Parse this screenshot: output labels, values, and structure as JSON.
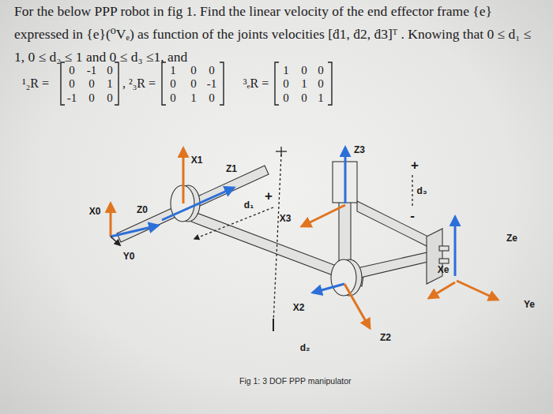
{
  "diagram": {
    "title": "For the below PPP robot in fig 1. Find the linear velocity of the end effector frame {e} expressed in {e}(⁰Vₑ) as function of the joints velocities [ḋ1, ḋ2, ḋ3]ᵀ . Knowing that 0 ≤ d₁ ≤ 1, 0 ≤ d₂ ≤ 1 and 0 ≤ d₃ ≤1, and",
    "caption": "Fig 1: 3 DOF PPP manipulator",
    "labels": [
      "¹₂R =",
      "0",
      "-1",
      "0",
      "0",
      "0",
      "1",
      "-1",
      "0",
      "0",
      ", ²₃R =",
      "1",
      "0",
      "0",
      "0",
      "0",
      "-1",
      "0",
      "1",
      "0",
      "³ₑR =",
      "1",
      "0",
      "0",
      "0",
      "1",
      "0",
      "0",
      "0",
      "1",
      "X1",
      "Z1",
      "X0",
      "Z0",
      "Y0",
      "d₁",
      "+",
      "X3",
      "Z3",
      "+",
      "d₃",
      "-",
      "Ze",
      "Xe",
      "Ye",
      "X2",
      "Z2",
      "d₂"
    ]
  }
}
